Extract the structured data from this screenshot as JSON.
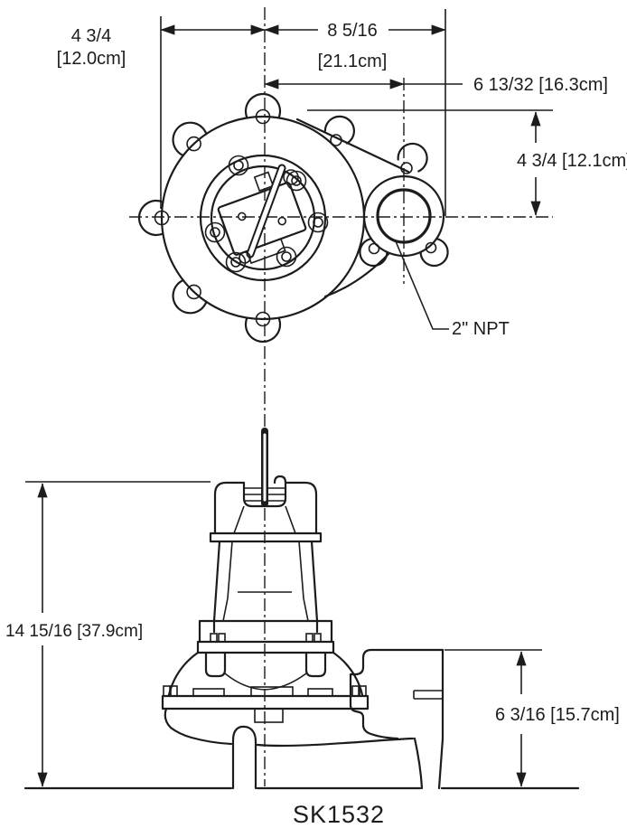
{
  "drawing": {
    "code": "SK1532",
    "port_label": "2\" NPT",
    "dims": {
      "left_width_in": "4 3/4",
      "left_width_cm": "[12.0cm]",
      "right_width_in": "8 5/16",
      "right_width_cm": "[21.1cm]",
      "port_offset": "6 13/32 [16.3cm]",
      "port_height": "4 3/4 [12.1cm]",
      "overall_height": "14 15/16 [37.9cm]",
      "discharge_height": "6 3/16 [15.7cm]"
    },
    "colors": {
      "line": "#1c1c1c",
      "background": "#ffffff"
    }
  }
}
